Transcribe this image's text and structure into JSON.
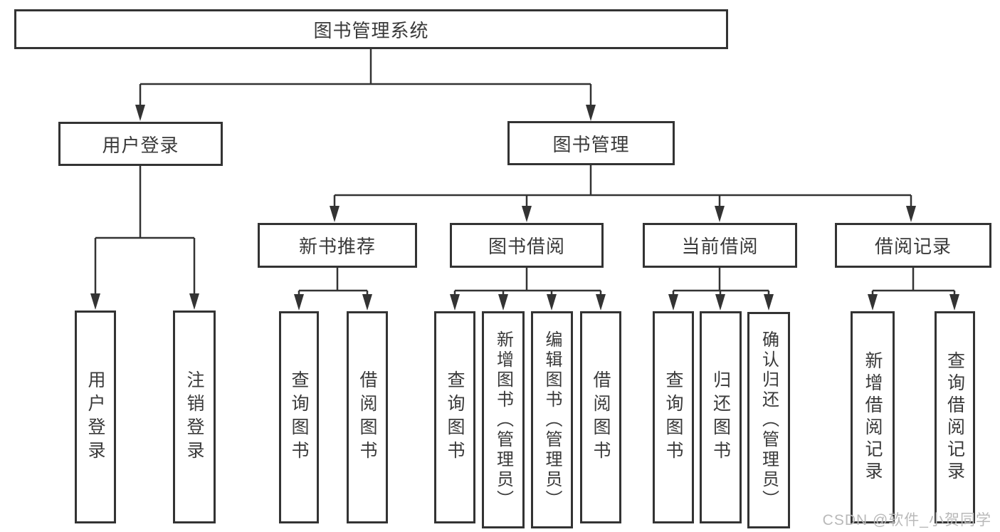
{
  "diagram": {
    "root": {
      "label": "图书管理系统"
    },
    "branches": [
      {
        "label": "用户登录",
        "children": [
          {
            "label": "用户登录"
          },
          {
            "label": "注销登录"
          }
        ]
      },
      {
        "label": "图书管理",
        "children": [
          {
            "label": "新书推荐",
            "children": [
              {
                "label": "查询图书"
              },
              {
                "label": "借阅图书"
              }
            ]
          },
          {
            "label": "图书借阅",
            "children": [
              {
                "label": "查询图书"
              },
              {
                "label": "新增图书（管理员）"
              },
              {
                "label": "编辑图书（管理员）"
              },
              {
                "label": "借阅图书"
              }
            ]
          },
          {
            "label": "当前借阅",
            "children": [
              {
                "label": "查询图书"
              },
              {
                "label": "归还图书"
              },
              {
                "label": "确认归还（管理员）"
              }
            ]
          },
          {
            "label": "借阅记录",
            "children": [
              {
                "label": "新增借阅记录"
              },
              {
                "label": "查询借阅记录"
              }
            ]
          }
        ]
      }
    ]
  },
  "watermark": {
    "text": "CSDN @软件_小贺同学"
  },
  "colors": {
    "line": "#333333",
    "node_border": "#333333",
    "node_text": "#3a3a3a",
    "background": "#ffffff",
    "watermark": "#b9b9b9"
  }
}
